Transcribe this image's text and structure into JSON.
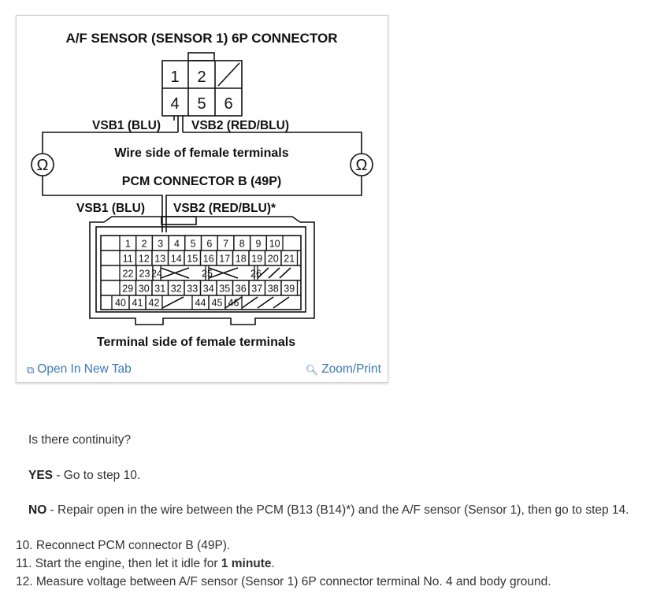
{
  "diagram": {
    "title": "A/F SENSOR (SENSOR 1) 6P CONNECTOR",
    "af_terminals": [
      "1",
      "2",
      "4",
      "5",
      "6"
    ],
    "vsb1_top": "VSB1 (BLU)",
    "vsb2_top": "VSB2 (RED/BLU)",
    "wire_side": "Wire side of female terminals",
    "pcm_title": "PCM CONNECTOR B (49P)",
    "vsb1_bottom": "VSB1 (BLU)",
    "vsb2_bottom": "VSB2 (RED/BLU)*",
    "ohm_symbol": "Ω",
    "pcm_rows": [
      [
        "1",
        "2",
        "3",
        "4",
        "5",
        "6",
        "7",
        "8",
        "9",
        "10"
      ],
      [
        "11",
        "12",
        "13",
        "14",
        "15",
        "16",
        "17",
        "18",
        "19",
        "20",
        "21"
      ],
      [
        "22",
        "23",
        "24",
        "25",
        "26"
      ],
      [
        "29",
        "30",
        "31",
        "32",
        "33",
        "34",
        "35",
        "36",
        "37",
        "38",
        "39"
      ],
      [
        "40",
        "41",
        "42",
        "44",
        "45",
        "46"
      ]
    ],
    "terminal_side": "Terminal side of female terminals"
  },
  "toolbar": {
    "open_new_tab": "Open In New Tab",
    "zoom_print": "Zoom/Print"
  },
  "content": {
    "question": "Is there continuity?",
    "yes_label": "YES",
    "yes_text": " - Go to step 10.",
    "no_label": "NO",
    "no_text": " - Repair open in the wire between the PCM (B13 (B14)*) and the A/F sensor (Sensor 1), then go to step 14.",
    "steps": [
      {
        "num": "10.",
        "text": "Reconnect PCM connector B (49P).",
        "bold": "",
        "suffix": ""
      },
      {
        "num": "11.",
        "text": "Start the engine, then let it idle for ",
        "bold": "1 minute",
        "suffix": "."
      },
      {
        "num": "12.",
        "text": "Measure voltage between A/F sensor (Sensor 1) 6P connector terminal No. 4 and body ground.",
        "bold": "",
        "suffix": ""
      }
    ]
  },
  "colors": {
    "link": "#3b79b5",
    "text": "#333333",
    "line": "#111111"
  }
}
